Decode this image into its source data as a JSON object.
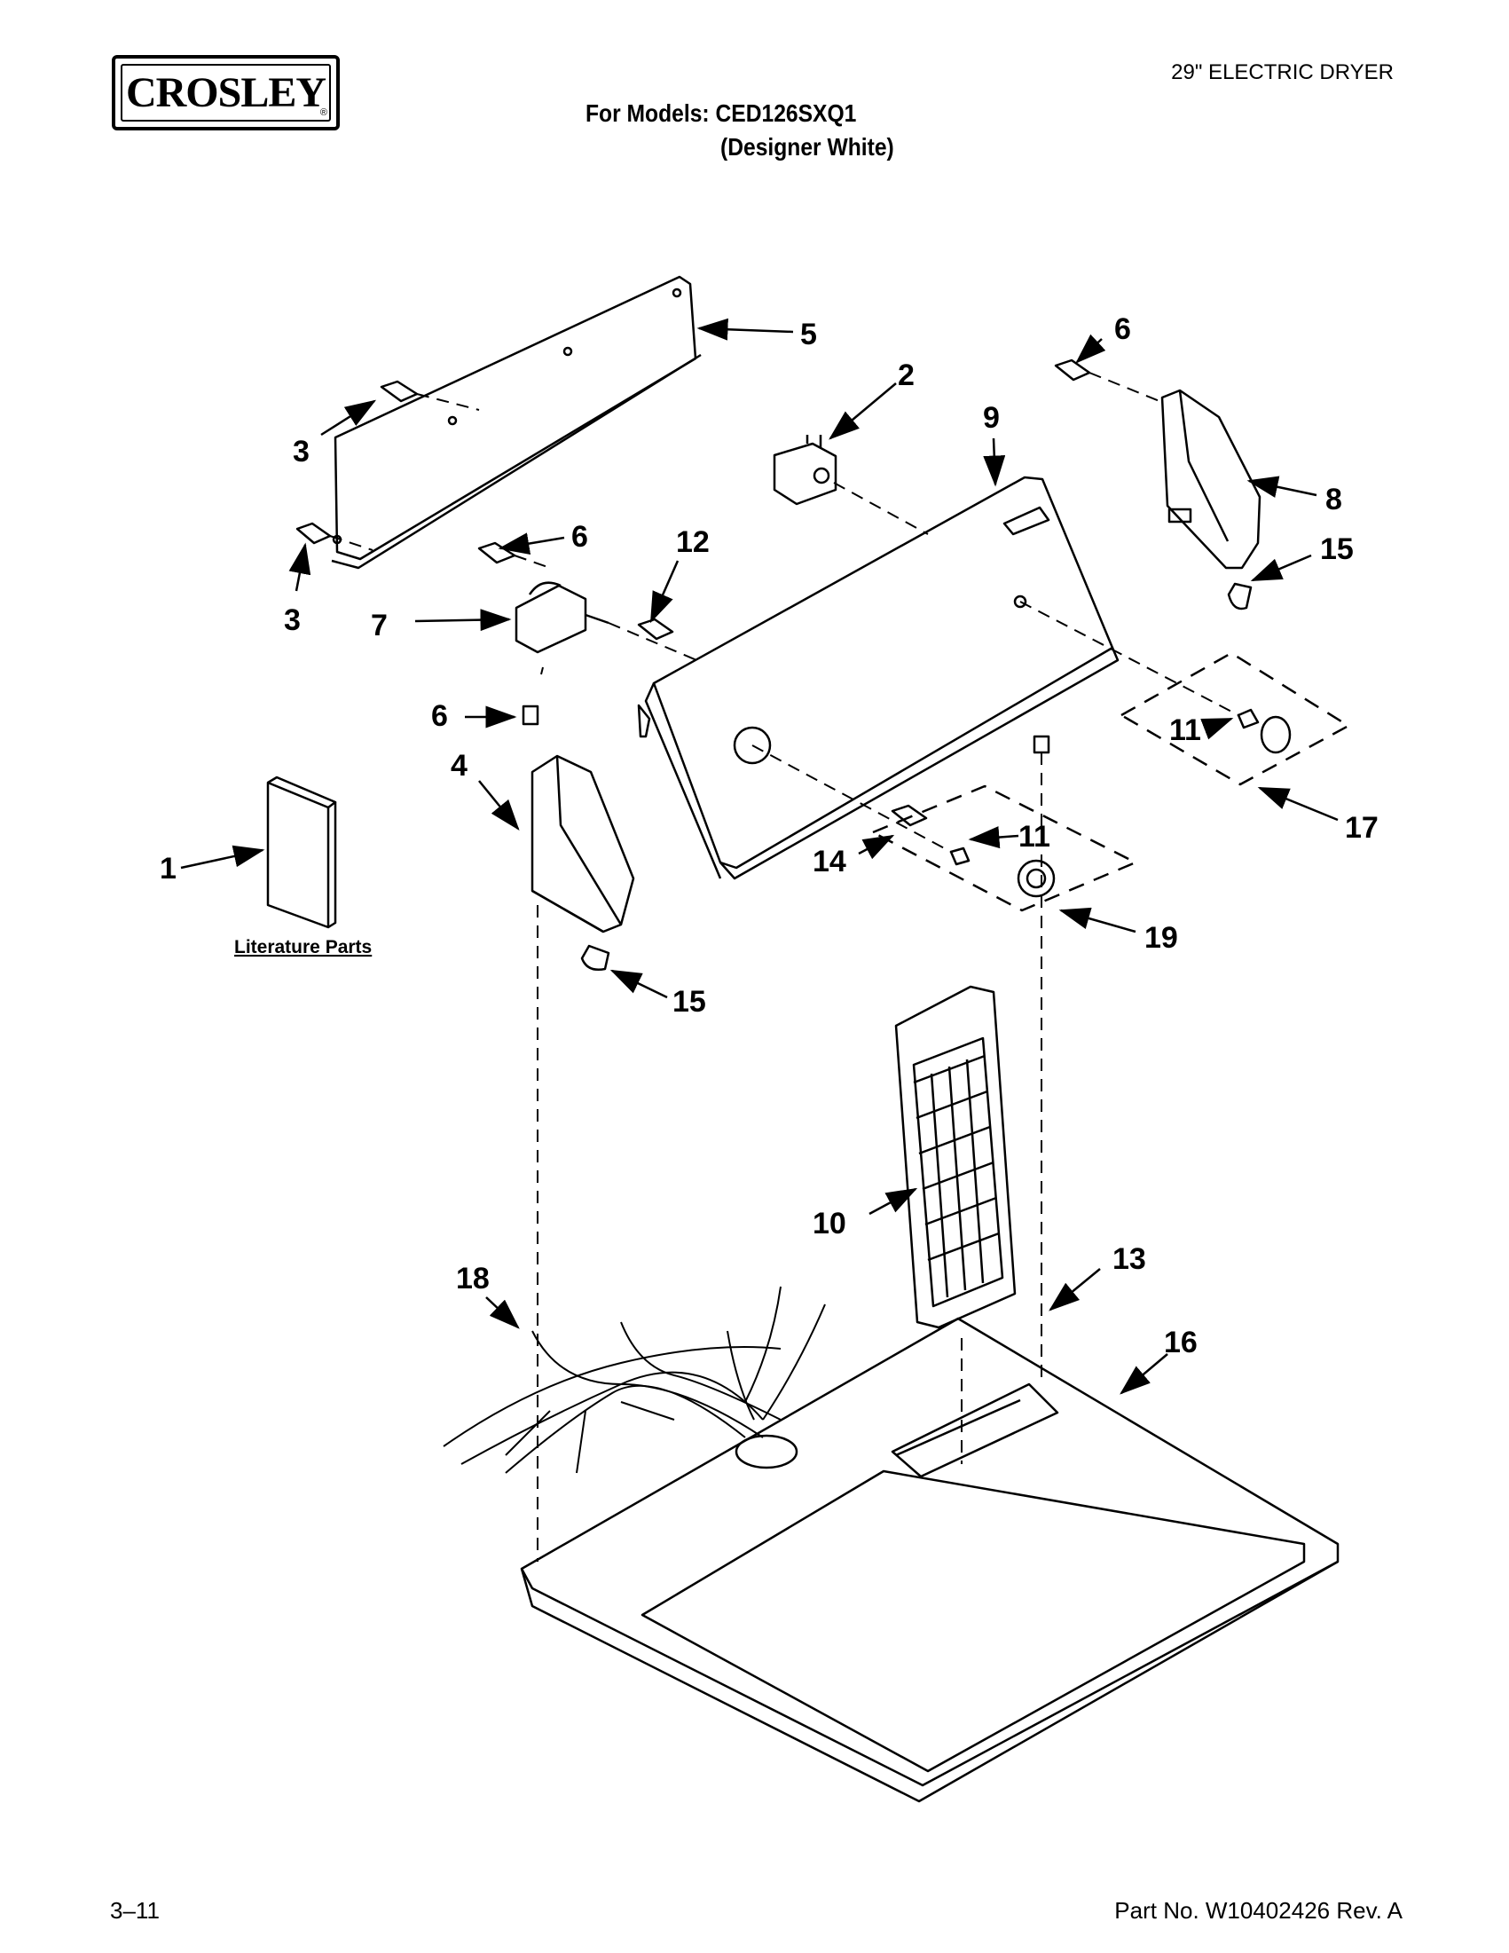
{
  "header": {
    "brand": "CROSLEY",
    "brand_mark": "®",
    "product": "29\" ELECTRIC DRYER",
    "models_line": "For Models: CED126SXQ1",
    "color_line": "(Designer White)"
  },
  "diagram": {
    "literature_label": "Literature Parts",
    "callouts": {
      "c1": "1",
      "c2": "2",
      "c3a": "3",
      "c3b": "3",
      "c4": "4",
      "c5": "5",
      "c6a": "6",
      "c6b": "6",
      "c6c": "6",
      "c7": "7",
      "c8": "8",
      "c9": "9",
      "c10": "10",
      "c11a": "11",
      "c11b": "11",
      "c12": "12",
      "c13": "13",
      "c14": "14",
      "c15a": "15",
      "c15b": "15",
      "c16": "16",
      "c17": "17",
      "c18": "18",
      "c19": "19"
    }
  },
  "footer": {
    "page": "3–11",
    "part_no": "Part No. W10402426 Rev. A"
  }
}
